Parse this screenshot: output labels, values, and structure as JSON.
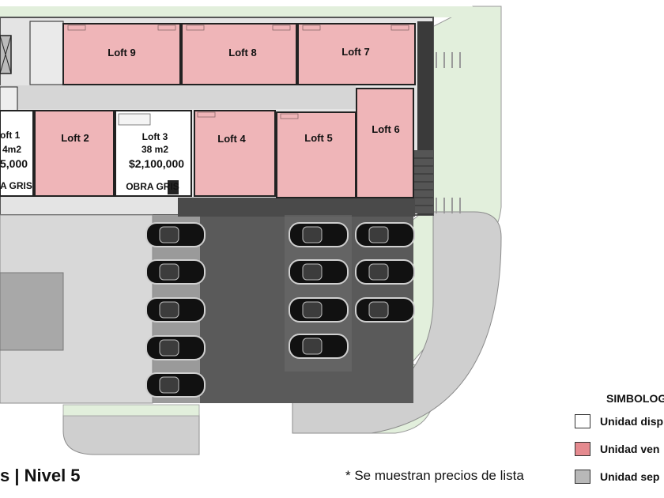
{
  "lofts": {
    "loft1": {
      "name": "oft 1",
      "area": "4m2",
      "price": "5,000",
      "status": "A GRIS"
    },
    "loft2": {
      "name": "Loft 2"
    },
    "loft3": {
      "name": "Loft 3",
      "area": "38 m2",
      "price": "$2,100,000",
      "status": "OBRA GRIS"
    },
    "loft4": {
      "name": "Loft 4"
    },
    "loft5": {
      "name": "Loft 5"
    },
    "loft6": {
      "name": "Loft 6"
    },
    "loft7": {
      "name": "Loft 7"
    },
    "loft8": {
      "name": "Loft 8"
    },
    "loft9": {
      "name": "Loft 9"
    }
  },
  "legend": {
    "title": "SIMBOLOG",
    "items": [
      {
        "label": "Unidad disp",
        "color": "#ffffff"
      },
      {
        "label": "Unidad ven",
        "color": "#e58a8f"
      },
      {
        "label": "Unidad sep",
        "color": "#b8b8b8"
      }
    ]
  },
  "footer": {
    "title": "s | Nivel 5",
    "note": "* Se muestran precios de lista"
  },
  "colors": {
    "sold": "#efb5b8",
    "corridor": "#dcdcdc",
    "parking": "#5a5a5a",
    "green": "#e0eedc",
    "wall": "#2b2b2b"
  }
}
